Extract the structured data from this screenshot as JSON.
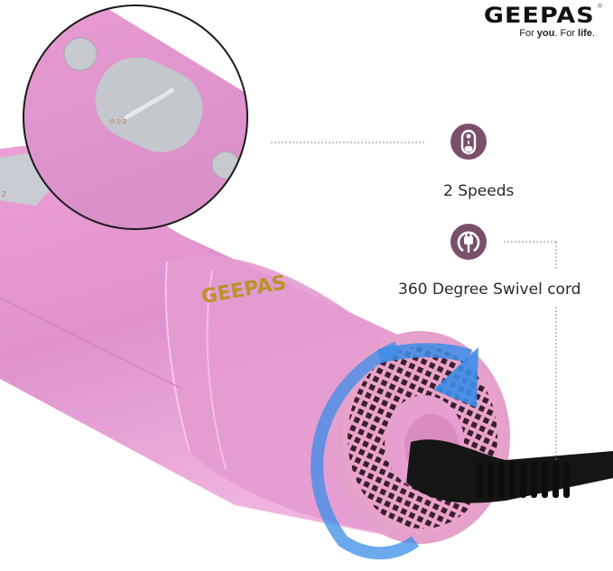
{
  "brand": {
    "name": "GEEPAS",
    "tagline_part1": "For ",
    "tagline_bold1": "you",
    "tagline_part2": ". For ",
    "tagline_bold2": "life",
    "tagline_end": ".",
    "registered_mark": "®"
  },
  "product": {
    "color": "#e59ad0",
    "logo_on_body": "GEEPAS",
    "logo_color": "#b9932a",
    "grill_color": "#e8a0c8",
    "cord_color": "#151515",
    "swivel_arrow_color": "#3b8de8"
  },
  "features": [
    {
      "label": "2 Speeds",
      "icon": "speed-switch-icon"
    },
    {
      "label": "360 Degree Swivel cord",
      "icon": "power-plug-icon"
    }
  ],
  "colors": {
    "icon_bg": "#7a4f6a",
    "icon_fg": "#ffffff",
    "dotted_line": "#8a8a8a"
  }
}
